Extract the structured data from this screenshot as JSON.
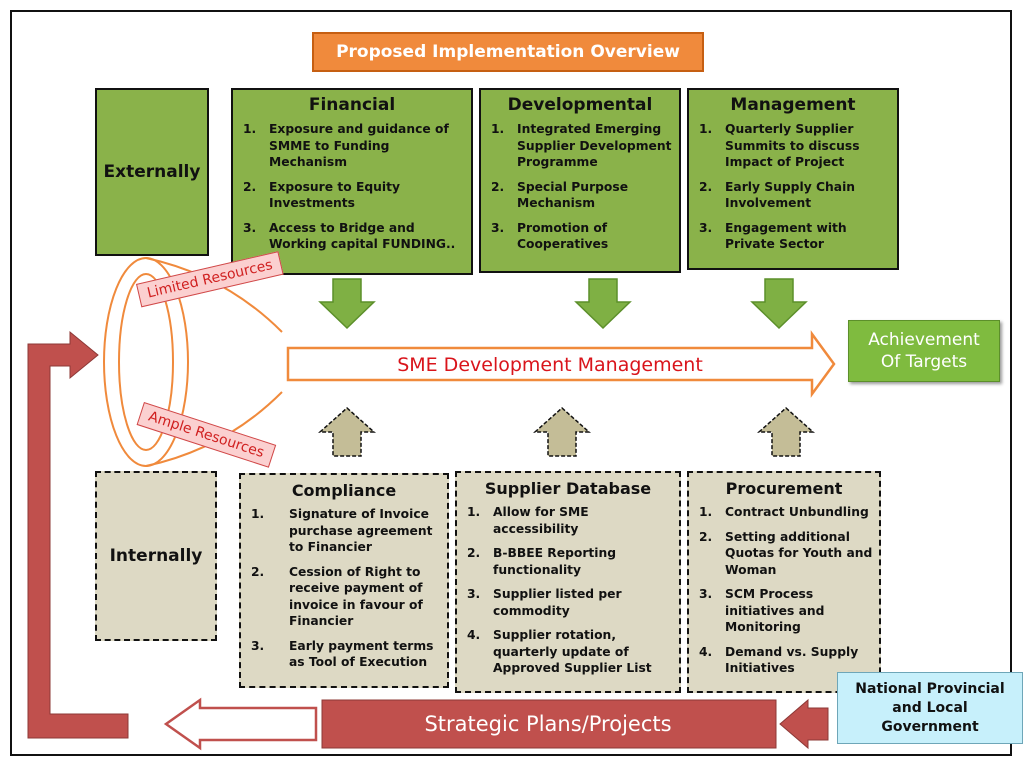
{
  "title": "Proposed Implementation Overview",
  "externally": "Externally",
  "internally": "Internally",
  "external_boxes": [
    {
      "heading": "Financial",
      "items": [
        "Exposure and guidance of SMME to Funding Mechanism",
        "Exposure to Equity Investments",
        "Access to Bridge and Working capital FUNDING.."
      ]
    },
    {
      "heading": "Developmental",
      "items": [
        "Integrated Emerging Supplier Development Programme",
        "Special Purpose Mechanism",
        "Promotion of Cooperatives"
      ]
    },
    {
      "heading": "Management",
      "items": [
        "Quarterly Supplier Summits to discuss Impact of Project",
        "Early Supply Chain Involvement",
        "Engagement with Private Sector"
      ]
    }
  ],
  "internal_boxes": [
    {
      "heading": "Compliance",
      "items": [
        "Signature of Invoice purchase agreement to Financier",
        "Cession of Right to receive payment of invoice in favour of Financier",
        "Early payment terms as Tool of Execution"
      ]
    },
    {
      "heading": "Supplier Database",
      "items": [
        "Allow for SME accessibility",
        "B-BBEE Reporting functionality",
        "Supplier listed per commodity",
        "Supplier rotation, quarterly update of Approved Supplier List"
      ]
    },
    {
      "heading": "Procurement",
      "items": [
        "Contract Unbundling",
        "Setting additional Quotas for Youth and Woman",
        "SCM Process initiatives and Monitoring",
        "Demand vs. Supply Initiatives"
      ]
    }
  ],
  "limited_resources": "Limited Resources",
  "ample_resources": "Ample Resources",
  "sme_development": "SME Development Management",
  "achievement": "Achievement Of Targets",
  "strategic": "Strategic Plans/Projects",
  "national": "National Provincial and Local Government",
  "colors": {
    "green": "#8ab24a",
    "tan": "#ddd9c4",
    "orange": "#f08a3c",
    "red_arrow": "#c0504d",
    "down_arrow": "#7fb044",
    "up_arrow": "#c4bd97"
  }
}
